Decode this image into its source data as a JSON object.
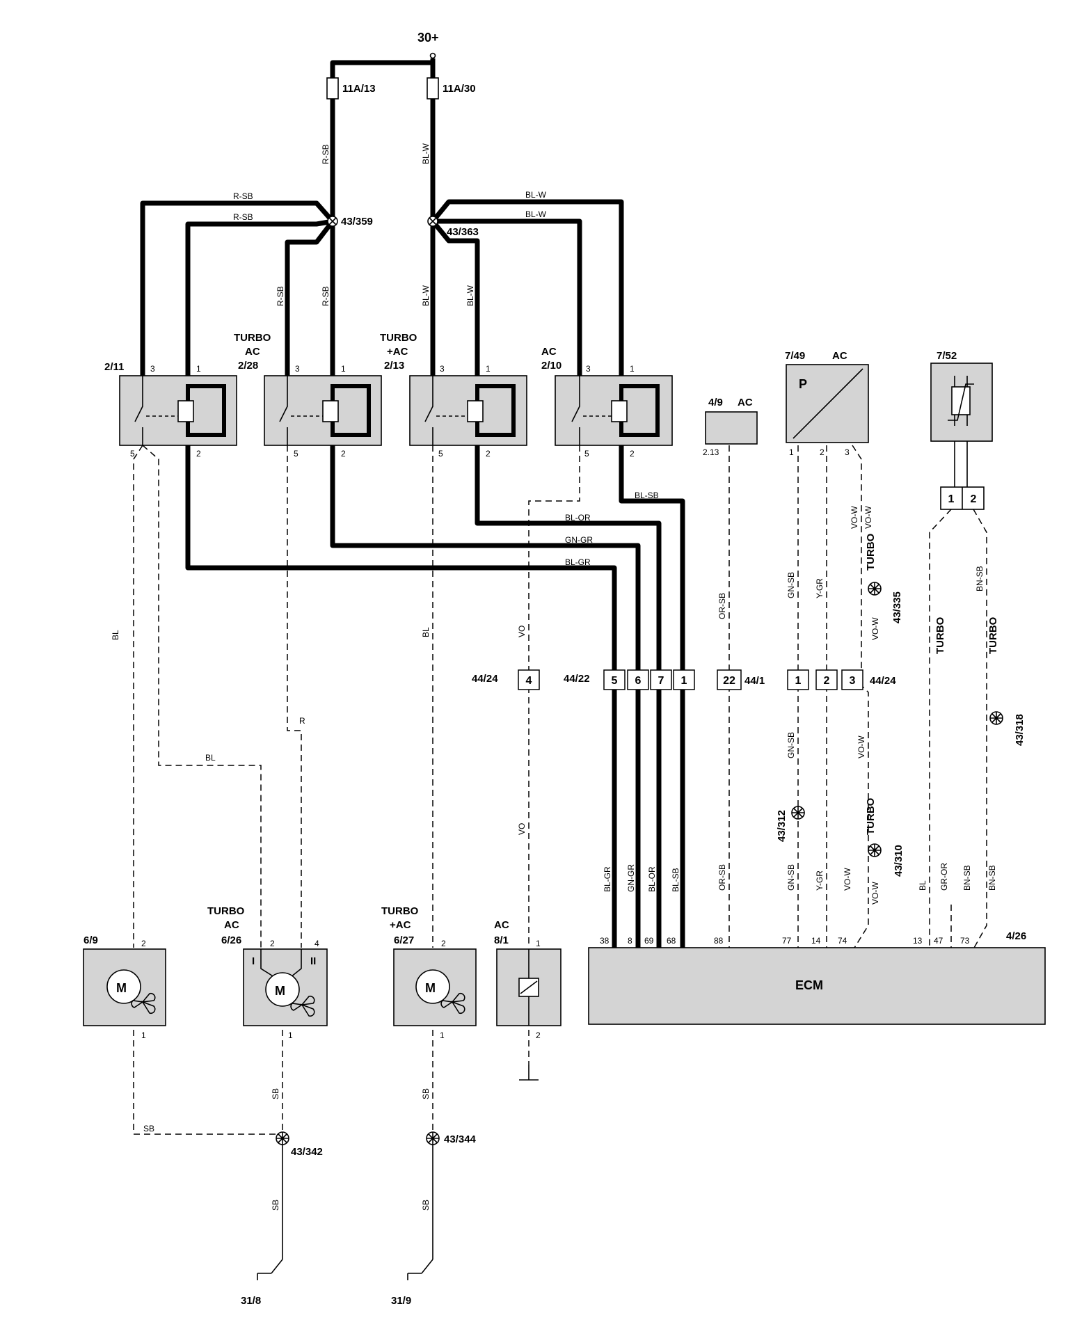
{
  "supply": "30+",
  "fuses": [
    {
      "id": "fuse-11a13",
      "label": "11A/13"
    },
    {
      "id": "fuse-11a30",
      "label": "11A/30"
    }
  ],
  "splices": {
    "s359": "43/359",
    "s363": "43/363",
    "s335": "43/335",
    "s312": "43/312",
    "s310": "43/310",
    "s318": "43/318",
    "s342": "43/342",
    "s344": "43/344"
  },
  "relays": [
    {
      "id": "relay-2-11",
      "line1": "",
      "line2": "",
      "code": "2/11",
      "pins": [
        "3",
        "1",
        "5",
        "2"
      ]
    },
    {
      "id": "relay-2-28",
      "line1": "TURBO",
      "line2": "AC",
      "code": "2/28",
      "pins": [
        "3",
        "1",
        "5",
        "2"
      ]
    },
    {
      "id": "relay-2-13",
      "line1": "TURBO",
      "line2": "+AC",
      "code": "2/13",
      "pins": [
        "3",
        "1",
        "5",
        "2"
      ]
    },
    {
      "id": "relay-2-10",
      "line1": "",
      "line2": "AC",
      "code": "2/10",
      "pins": [
        "3",
        "1",
        "5",
        "2"
      ]
    }
  ],
  "sensor_49": {
    "code": "4/9",
    "tag": "AC",
    "pin": "2.13"
  },
  "pressure_sensor": {
    "code": "7/49",
    "tag": "AC",
    "symbol": "P",
    "pins": [
      "1",
      "2",
      "3"
    ]
  },
  "temp_sensor": {
    "code": "7/52",
    "pins": [
      "1",
      "2"
    ]
  },
  "connectors": {
    "c4424a": {
      "label": "44/24",
      "pins": [
        "4"
      ]
    },
    "c4422": {
      "label": "44/22",
      "pins": [
        "5",
        "6",
        "7",
        "1"
      ]
    },
    "c441": {
      "label": "44/1",
      "pins": [
        "22"
      ]
    },
    "c4424b": {
      "label": "44/24",
      "pins": [
        "1",
        "2",
        "3"
      ]
    }
  },
  "motors": [
    {
      "id": "motor-6-9",
      "line1": "",
      "line2": "",
      "code": "6/9",
      "symbol": "M",
      "pins": [
        "2",
        "1"
      ]
    },
    {
      "id": "motor-6-26",
      "line1": "TURBO",
      "line2": "AC",
      "code": "6/26",
      "symbol": "M",
      "pins": [
        "2",
        "4",
        "1"
      ],
      "roman": [
        "I",
        "II"
      ]
    },
    {
      "id": "motor-6-27",
      "line1": "TURBO",
      "line2": "+AC",
      "code": "6/27",
      "symbol": "M",
      "pins": [
        "2",
        "1"
      ]
    }
  ],
  "clutch": {
    "line1": "AC",
    "code": "8/1",
    "pins": [
      "1",
      "2"
    ]
  },
  "ecm": {
    "label": "ECM",
    "code": "4/26",
    "pins": [
      "38",
      "8",
      "69",
      "68",
      "88",
      "77",
      "14",
      "74",
      "13",
      "47",
      "73"
    ]
  },
  "grounds": {
    "g318": "31/8",
    "g319": "31/9"
  },
  "wires": {
    "rsb": "R-SB",
    "blw": "BL-W",
    "blsb": "BL-SB",
    "blor": "BL-OR",
    "gngr": "GN-GR",
    "blgr": "BL-GR",
    "bl": "BL",
    "r": "R",
    "vo": "VO",
    "sb": "SB",
    "orsb": "OR-SB",
    "gnsb": "GN-SB",
    "ygr": "Y-GR",
    "vow": "VO-W",
    "bnsb": "BN-SB",
    "gror": "GR-OR",
    "turbo": "TURBO"
  }
}
